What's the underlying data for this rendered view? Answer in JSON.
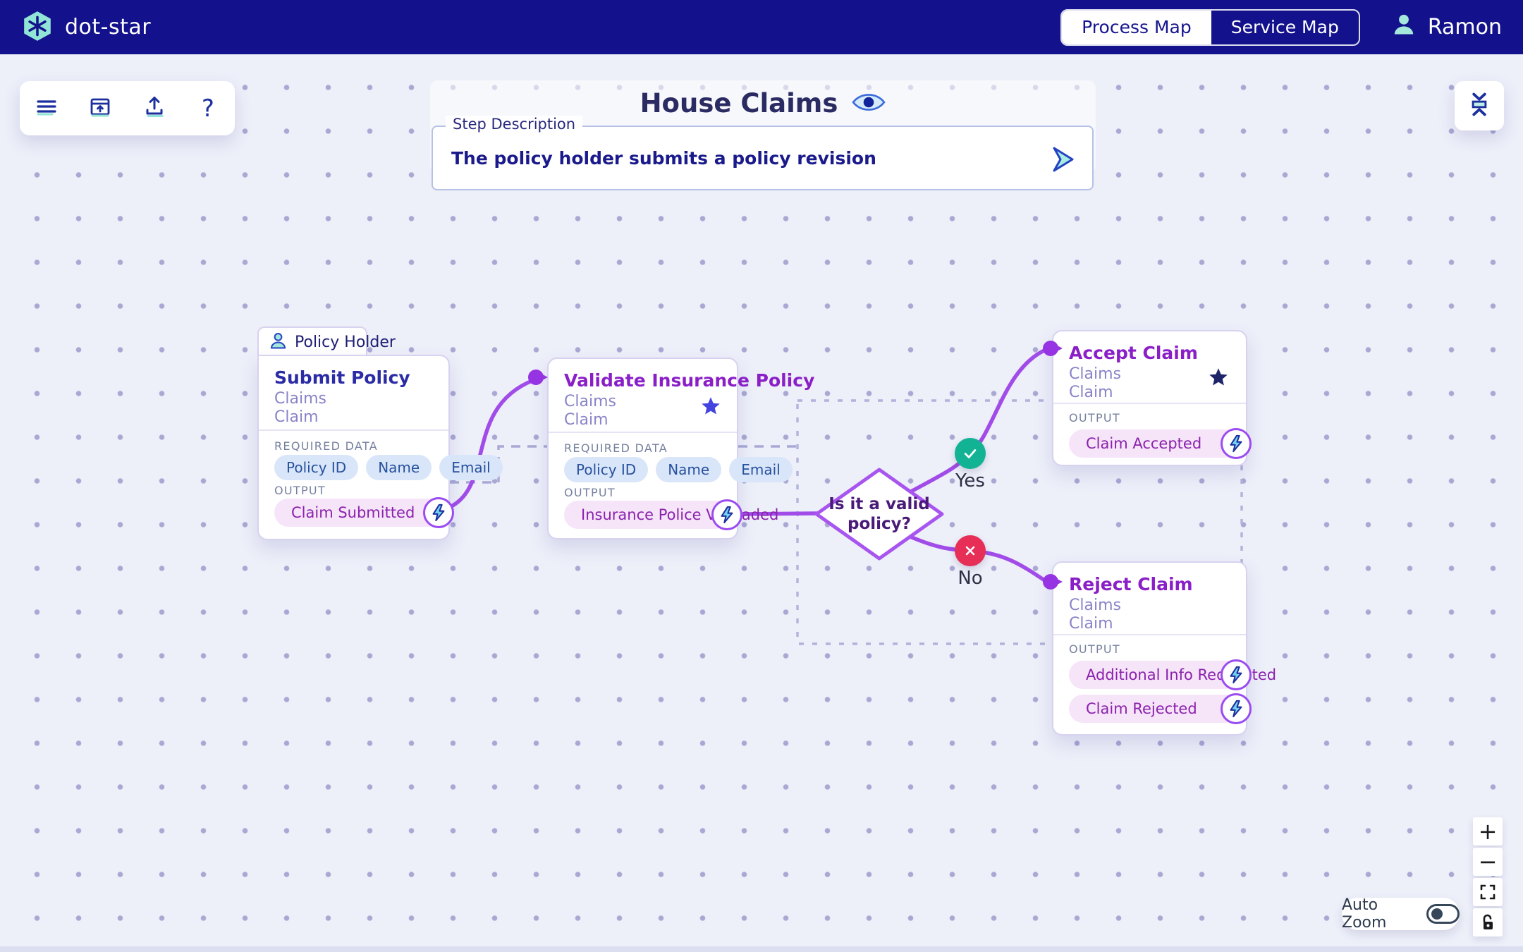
{
  "navbar": {
    "brand": "dot-star",
    "view_tabs": {
      "process": "Process Map",
      "service": "Service Map"
    },
    "user_name": "Ramon"
  },
  "toolbar": {
    "help_glyph": "?"
  },
  "canvas_header": {
    "title": "House Claims",
    "step_description": {
      "label": "Step Description",
      "value": "The policy holder submits a policy revision"
    }
  },
  "nodes": {
    "submit_policy": {
      "actor_tab": "Policy Holder",
      "title": "Submit Policy",
      "service": "Claims",
      "entity": "Claim",
      "required_data_label": "REQUIRED DATA",
      "required_data": [
        "Policy ID",
        "Name",
        "Email"
      ],
      "output_label": "OUTPUT",
      "outputs": [
        "Claim Submitted"
      ]
    },
    "validate_policy": {
      "title": "Validate Insurance Policy",
      "service": "Claims",
      "entity": "Claim",
      "required_data_label": "REQUIRED DATA",
      "required_data": [
        "Policy ID",
        "Name",
        "Email"
      ],
      "output_label": "OUTPUT",
      "outputs": [
        "Insurance Police Validaded"
      ]
    },
    "decision": {
      "question": "Is it a valid policy?",
      "yes_label": "Yes",
      "no_label": "No"
    },
    "accept_claim": {
      "title": "Accept Claim",
      "service": "Claims",
      "entity": "Claim",
      "output_label": "OUTPUT",
      "outputs": [
        "Claim Accepted"
      ]
    },
    "reject_claim": {
      "title": "Reject Claim",
      "service": "Claims",
      "entity": "Claim",
      "output_label": "OUTPUT",
      "outputs": [
        "Additional Info Requested",
        "Claim Rejected"
      ]
    }
  },
  "controls": {
    "zoom_in": "+",
    "zoom_out": "−",
    "auto_zoom_label": "Auto Zoom"
  },
  "colors": {
    "navbar_navy": "#13128C",
    "accent_teal": "#92E4D6",
    "edge_purple": "#A14CE8",
    "node_title_purple": "#8A1FC8",
    "yes_green": "#12B394",
    "no_red": "#E62E57"
  }
}
